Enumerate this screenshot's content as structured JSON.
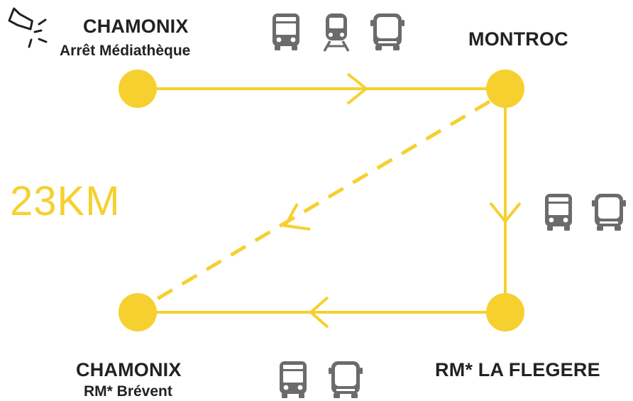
{
  "stops": {
    "start": {
      "name": "CHAMONIX",
      "sub": "Arrêt Médiathèque"
    },
    "montroc": {
      "name": "MONTROC"
    },
    "flegere": {
      "name": "RM* LA FLEGERE"
    },
    "end": {
      "name": "CHAMONIX",
      "sub": "RM* Brévent"
    }
  },
  "distance": "23KM",
  "colors": {
    "route": "#f6d02f",
    "icon": "#6b6b6b",
    "text": "#222222",
    "distance": "#f6d02f"
  },
  "icons": {
    "top": [
      "bus-front-icon",
      "train-front-icon",
      "coach-front-icon"
    ],
    "right": [
      "bus-front-icon",
      "coach-front-icon"
    ],
    "bottom": [
      "bus-front-icon",
      "coach-front-icon"
    ],
    "start_marker": "click-pointer-icon"
  }
}
